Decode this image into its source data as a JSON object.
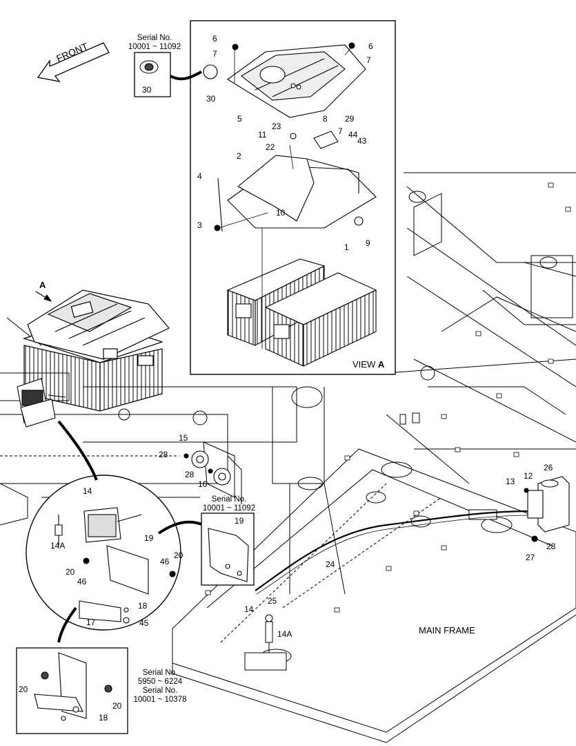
{
  "front_label": "FRONT",
  "view_marker": "A",
  "view_title": "VIEW",
  "view_title_letter": "A",
  "main_frame_label": "MAIN FRAME",
  "serials": {
    "top_left": [
      "Serial No.",
      "10001 ~ 11092"
    ],
    "mid": [
      "Serial No.",
      "10001 ~ 11092"
    ],
    "bottom": [
      "Serial No.",
      "5950 ~ 6224",
      "Serial No.",
      "10001 ~ 10378"
    ]
  },
  "callouts": {
    "view_a": [
      "1",
      "2",
      "3",
      "4",
      "5",
      "6",
      "6",
      "7",
      "7",
      "7",
      "8",
      "9",
      "10",
      "11",
      "22",
      "23",
      "29",
      "43",
      "44",
      "30"
    ],
    "inset_top": [
      "30"
    ],
    "frame": [
      "15",
      "16",
      "28",
      "28",
      "12",
      "13",
      "26",
      "27",
      "28",
      "24",
      "25",
      "14",
      "14A"
    ],
    "circle_detail": [
      "14",
      "14A",
      "19",
      "20",
      "20",
      "46",
      "46",
      "18",
      "17",
      "45"
    ],
    "box_mid": [
      "19"
    ],
    "box_bottom": [
      "20",
      "20",
      "18"
    ]
  },
  "colors": {
    "line": "#000000",
    "background": "#ffffff",
    "shade": "#d9d9d9"
  }
}
